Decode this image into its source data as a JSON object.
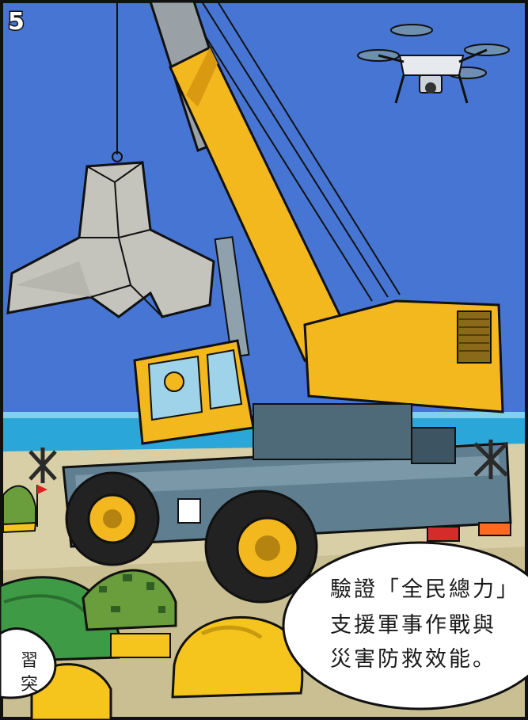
{
  "page_number": "5",
  "speech_bubble_main": {
    "lines": [
      "驗證「全民總力」",
      "支援軍事作戰與",
      "災害防救效能。"
    ]
  },
  "speech_bubble_left_partial": {
    "glyphs": [
      "習",
      "突"
    ]
  },
  "colors": {
    "sky": "#3f6fd0",
    "sea": "#2aa6d8",
    "sand": "#d8cfa6",
    "crane_yellow": "#f4b81f",
    "crane_body": "#5f7f91",
    "tire": "#222222",
    "helmet_green": "#3f9a45",
    "helmet_camo": "#6a9d3c",
    "helmet_yellow": "#f6c51d"
  },
  "icons": [
    "drone-icon",
    "crane-icon",
    "tetrapod-icon",
    "helmet-icon",
    "flag-icon",
    "anti-tank-obstacle-icon"
  ]
}
